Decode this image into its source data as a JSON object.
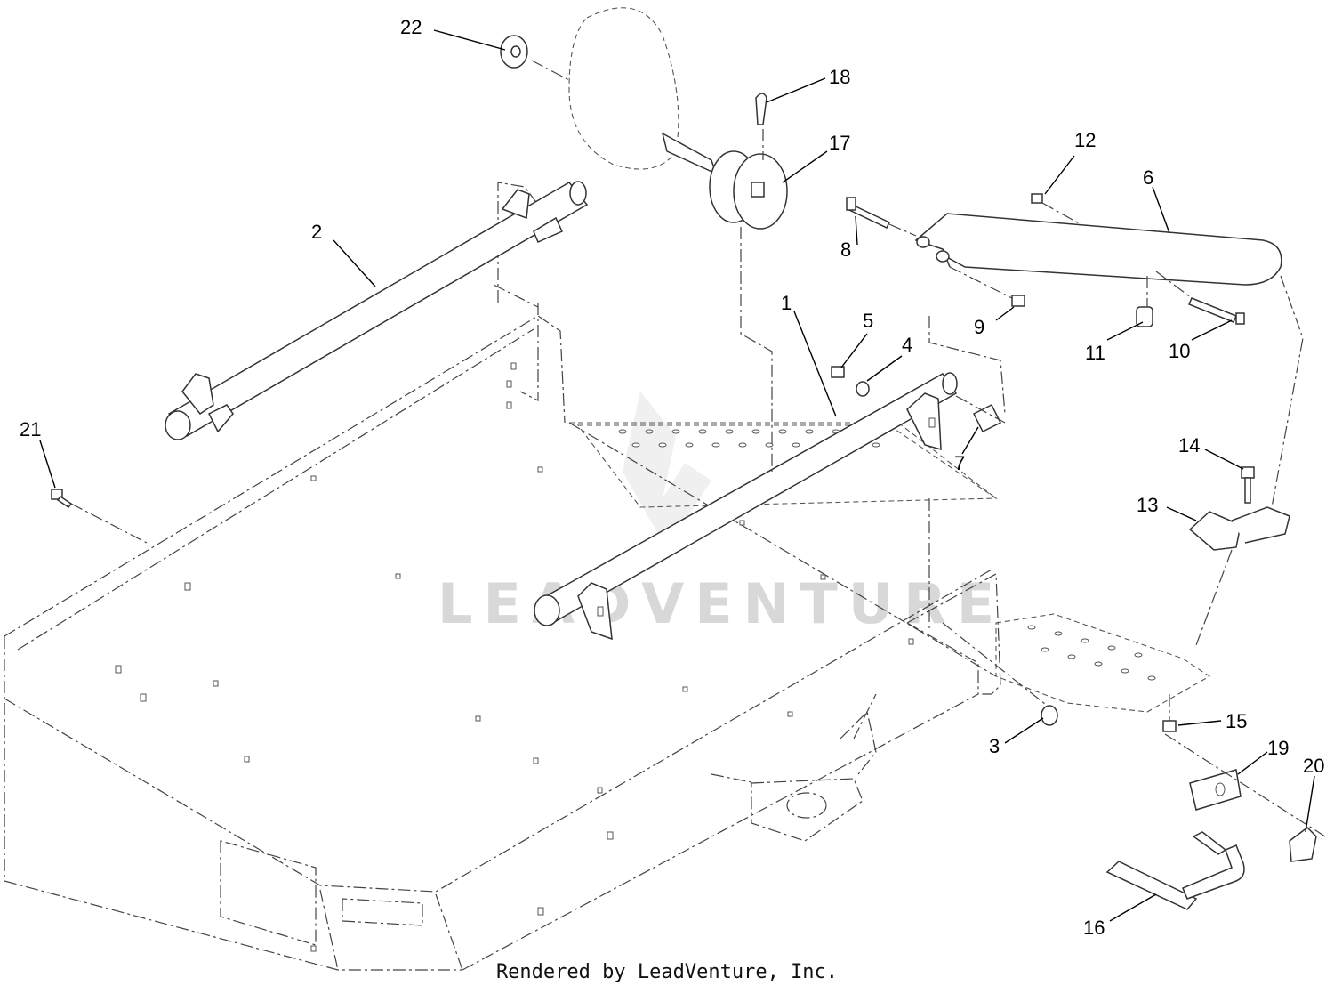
{
  "watermark": "LEADVENTURE",
  "footer": "Rendered by LeadVenture, Inc.",
  "callouts": [
    {
      "id": "1",
      "label": "1"
    },
    {
      "id": "2",
      "label": "2"
    },
    {
      "id": "3",
      "label": "3"
    },
    {
      "id": "4",
      "label": "4"
    },
    {
      "id": "5",
      "label": "5"
    },
    {
      "id": "6",
      "label": "6"
    },
    {
      "id": "7",
      "label": "7"
    },
    {
      "id": "8",
      "label": "8"
    },
    {
      "id": "9",
      "label": "9"
    },
    {
      "id": "10",
      "label": "10"
    },
    {
      "id": "11",
      "label": "11"
    },
    {
      "id": "12",
      "label": "12"
    },
    {
      "id": "13",
      "label": "13"
    },
    {
      "id": "14",
      "label": "14"
    },
    {
      "id": "15",
      "label": "15"
    },
    {
      "id": "16",
      "label": "16"
    },
    {
      "id": "17",
      "label": "17"
    },
    {
      "id": "18",
      "label": "18"
    },
    {
      "id": "19",
      "label": "19"
    },
    {
      "id": "20",
      "label": "20"
    },
    {
      "id": "21",
      "label": "21"
    },
    {
      "id": "22",
      "label": "22"
    }
  ]
}
